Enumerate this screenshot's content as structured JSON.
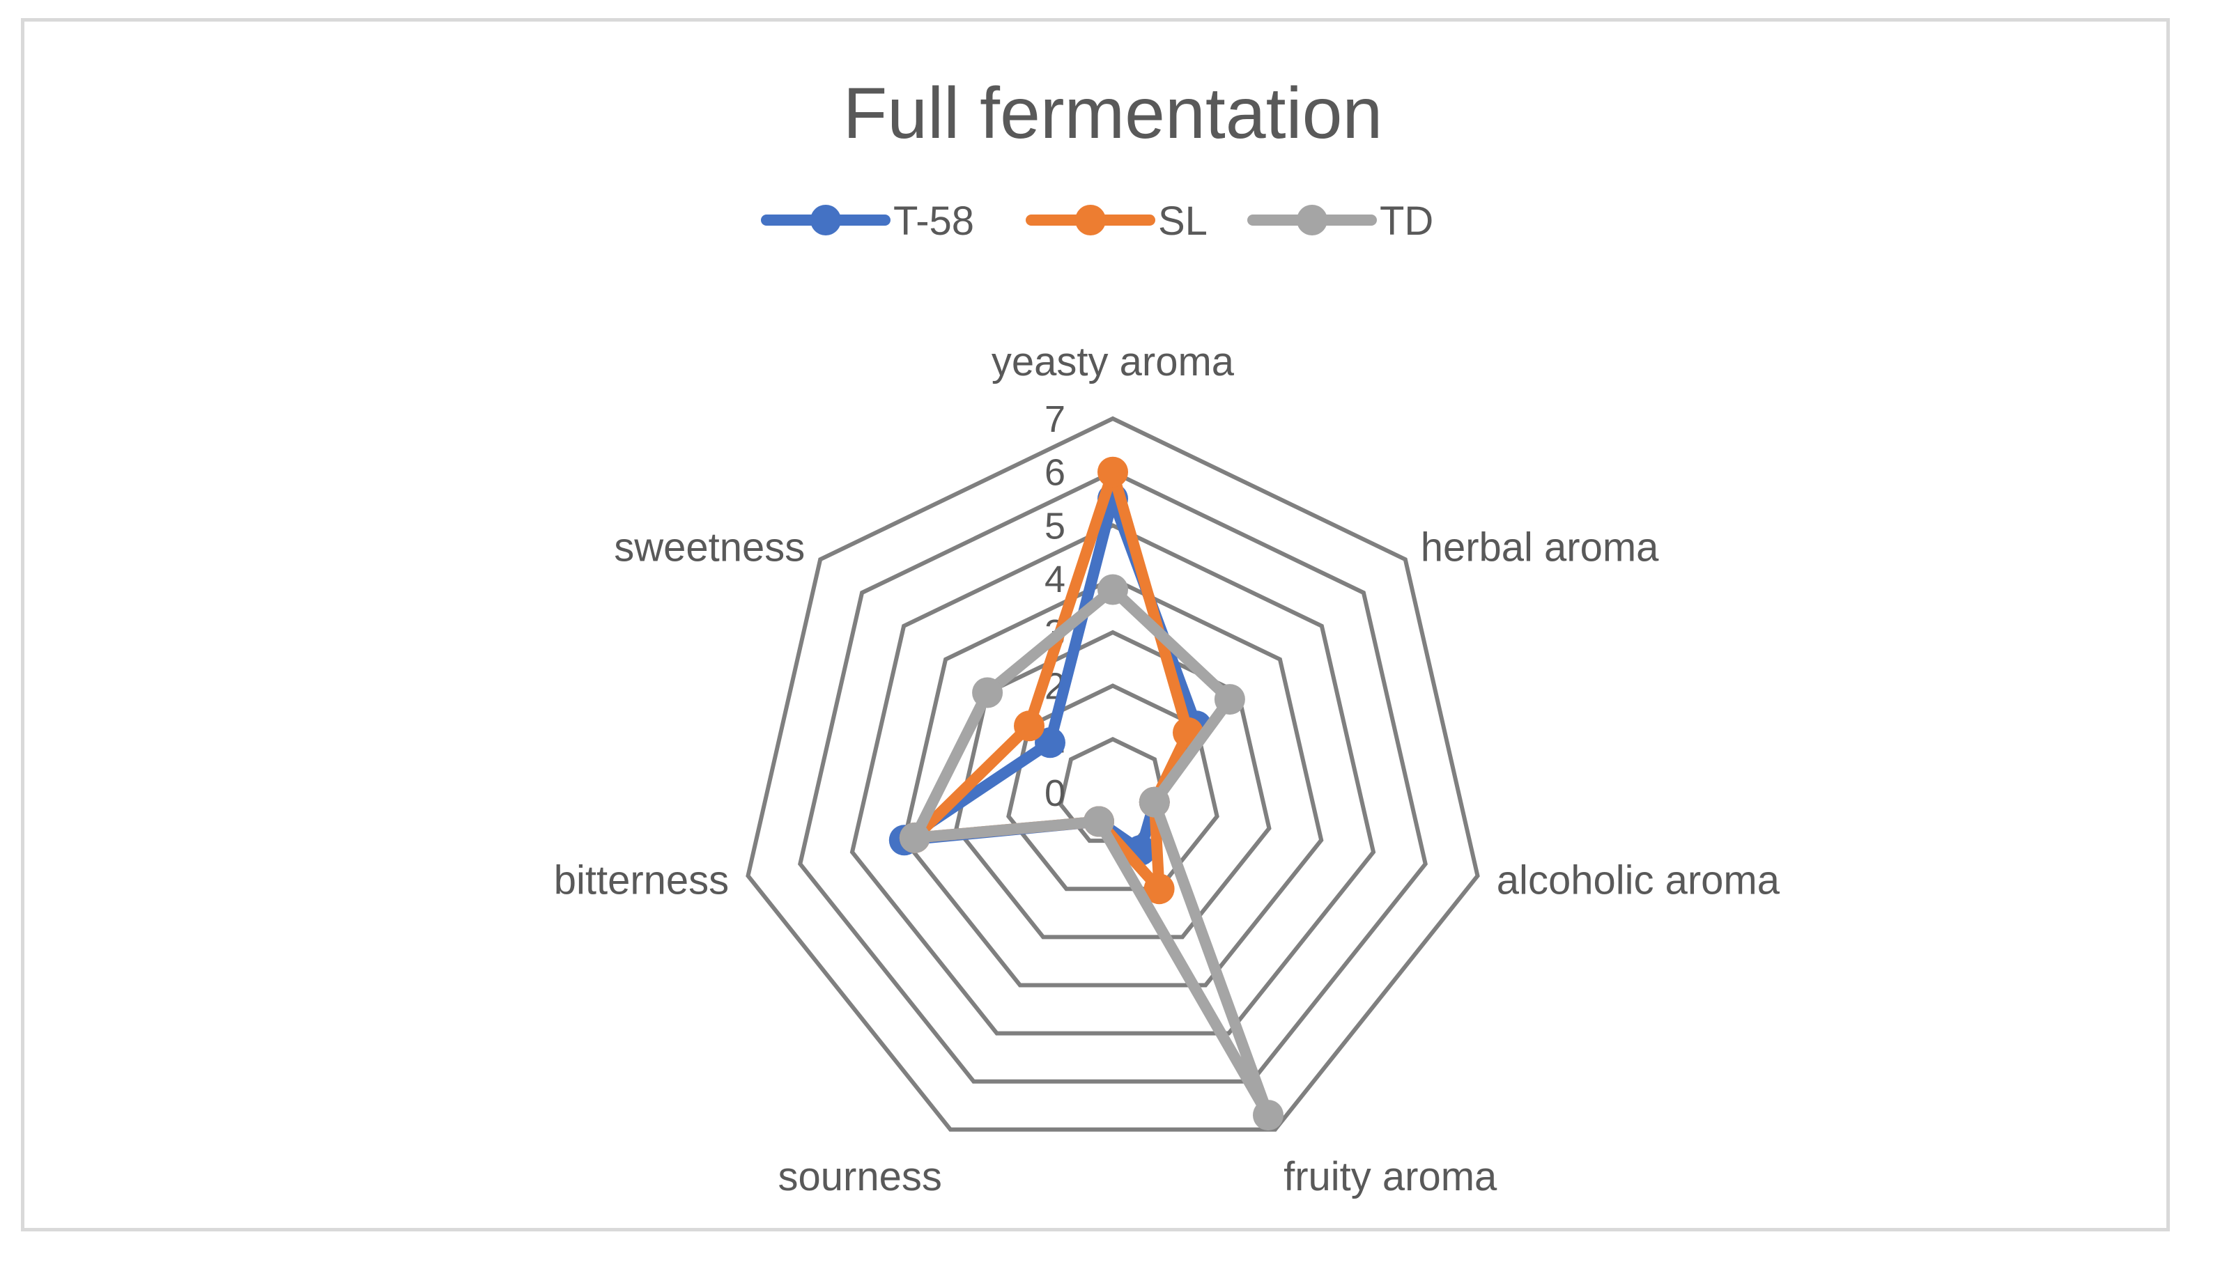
{
  "chart_data": {
    "type": "radar",
    "title": "Full fermentation",
    "axes": [
      "yeasty aroma",
      "herbal aroma",
      "alcoholic aroma",
      "fruity aroma",
      "sourness",
      "bitterness",
      "sweetness"
    ],
    "r_ticks": [
      "0",
      "1",
      "2",
      "3",
      "4",
      "5",
      "6",
      "7"
    ],
    "rlim": [
      0,
      7
    ],
    "legend_position": "top",
    "series": [
      {
        "name": "T-58",
        "color": "#4472C4",
        "values": [
          5.5,
          2.0,
          0.8,
          1.2,
          0.6,
          4.0,
          1.5
        ]
      },
      {
        "name": "SL",
        "color": "#ED7D31",
        "values": [
          6.0,
          1.8,
          0.8,
          2.0,
          0.6,
          3.8,
          2.0
        ]
      },
      {
        "name": "TD",
        "color": "#A5A5A5",
        "values": [
          3.8,
          2.8,
          0.8,
          6.7,
          0.6,
          3.8,
          3.0
        ]
      }
    ]
  }
}
